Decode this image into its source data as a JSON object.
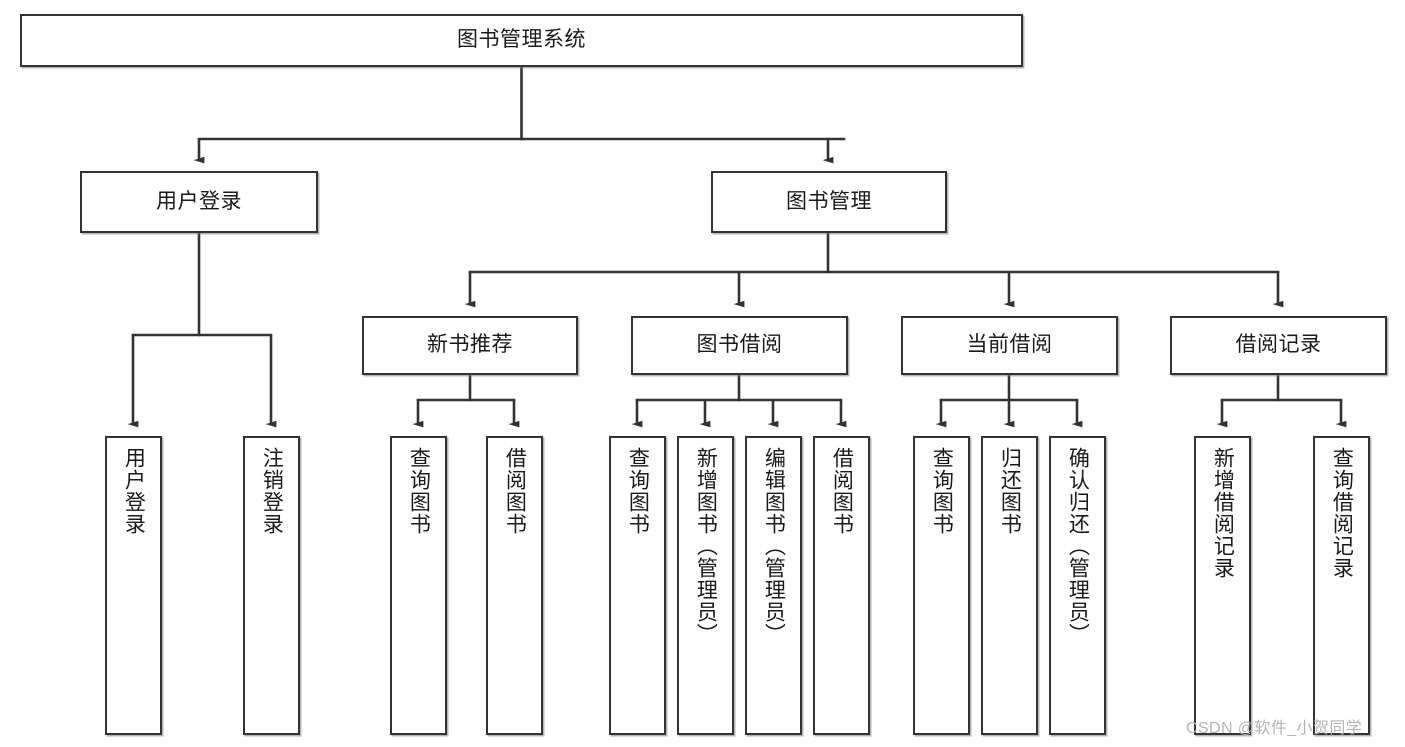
{
  "diagram": {
    "title": "图书管理系统",
    "type": "tree",
    "orientation": "top-down",
    "colors": {
      "box_border": "#333333",
      "box_fill": "#ffffff",
      "edge": "#333333",
      "text": "#1a1a1a",
      "watermark": "#b4b4b4",
      "background": "#ffffff"
    },
    "watermark": "CSDN @软件_小贺同学",
    "nodes": {
      "root": {
        "label": "图书管理系统"
      },
      "level2": [
        {
          "id": "user-login",
          "label": "用户登录"
        },
        {
          "id": "book-management",
          "label": "图书管理"
        }
      ],
      "level3": [
        {
          "id": "new-book-recommend",
          "label": "新书推荐"
        },
        {
          "id": "book-borrow",
          "label": "图书借阅"
        },
        {
          "id": "current-borrow",
          "label": "当前借阅"
        },
        {
          "id": "borrow-record",
          "label": "借阅记录"
        }
      ],
      "leaves": {
        "user_login": [
          {
            "id": "leaf-user-login",
            "label": "用户登录"
          },
          {
            "id": "leaf-logout-login",
            "label": "注销登录"
          }
        ],
        "new_book_recommend": [
          {
            "id": "leaf-query-book-1",
            "label": "查询图书"
          },
          {
            "id": "leaf-borrow-book-1",
            "label": "借阅图书"
          }
        ],
        "book_borrow": [
          {
            "id": "leaf-query-book-2",
            "label": "查询图书"
          },
          {
            "id": "leaf-add-book",
            "label": "新增图书（管理员）"
          },
          {
            "id": "leaf-edit-book",
            "label": "编辑图书（管理员）"
          },
          {
            "id": "leaf-borrow-book-2",
            "label": "借阅图书"
          }
        ],
        "current_borrow": [
          {
            "id": "leaf-query-book-3",
            "label": "查询图书"
          },
          {
            "id": "leaf-return-book",
            "label": "归还图书"
          },
          {
            "id": "leaf-confirm-return",
            "label": "确认归还（管理员）"
          }
        ],
        "borrow_record": [
          {
            "id": "leaf-add-record",
            "label": "新增借阅记录"
          },
          {
            "id": "leaf-query-record",
            "label": "查询借阅记录"
          }
        ]
      }
    }
  }
}
